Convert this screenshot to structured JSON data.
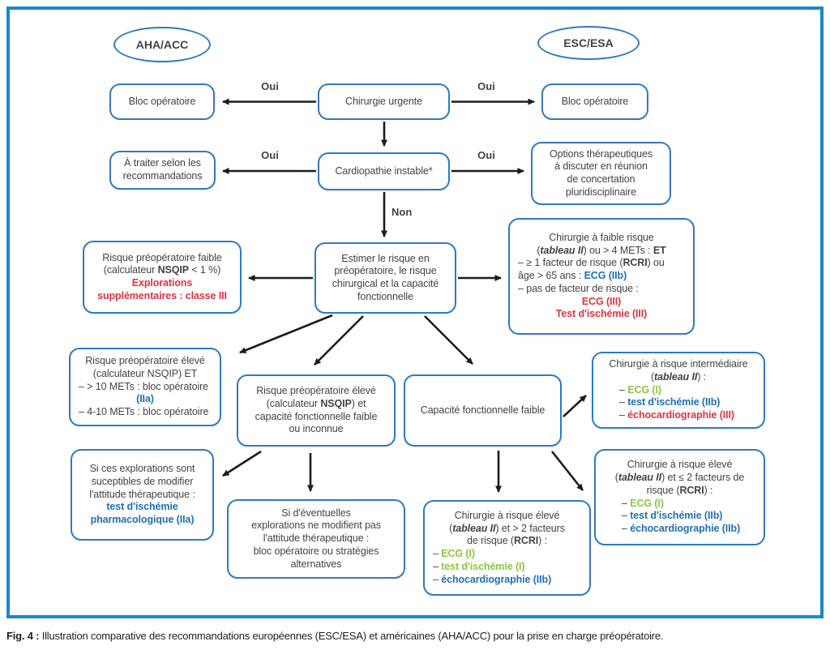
{
  "colors": {
    "frame_blue": "#1e86c6",
    "box_border_blue": "#3279bd",
    "text_dark": "#434345",
    "accent_red": "#e4323e",
    "accent_blue": "#2170b7",
    "accent_green": "#8cc63f",
    "arrow_black": "#1c1c1c"
  },
  "diagram": {
    "ovals": {
      "aha": {
        "label": "AHA/ACC"
      },
      "esc": {
        "label": "ESC/ESA"
      }
    },
    "edge_labels": {
      "oui1": "Oui",
      "oui2": "Oui",
      "oui3": "Oui",
      "oui4": "Oui",
      "non": "Non"
    },
    "nodes": {
      "bloc_left": {
        "lines": [
          {
            "a": "c",
            "seg": [
              {
                "t": "Bloc opératoire"
              }
            ]
          }
        ]
      },
      "chirurgie_urgente": {
        "lines": [
          {
            "a": "c",
            "seg": [
              {
                "t": "Chirurgie urgente"
              }
            ]
          }
        ]
      },
      "bloc_right": {
        "lines": [
          {
            "a": "c",
            "seg": [
              {
                "t": "Bloc opératoire"
              }
            ]
          }
        ]
      },
      "a_traiter": {
        "lines": [
          {
            "a": "c",
            "seg": [
              {
                "t": "À traiter selon les"
              }
            ]
          },
          {
            "a": "c",
            "seg": [
              {
                "t": "recommandations"
              }
            ]
          }
        ]
      },
      "cardiopathie": {
        "lines": [
          {
            "a": "c",
            "seg": [
              {
                "t": "Cardiopathie instable*"
              }
            ]
          }
        ]
      },
      "options_therapeutiques": {
        "lines": [
          {
            "a": "c",
            "seg": [
              {
                "t": "Options thérapeutiques"
              }
            ]
          },
          {
            "a": "c",
            "seg": [
              {
                "t": "à discuter en réunion"
              }
            ]
          },
          {
            "a": "c",
            "seg": [
              {
                "t": "de concertation"
              }
            ]
          },
          {
            "a": "c",
            "seg": [
              {
                "t": "pluridisciplinaire"
              }
            ]
          }
        ]
      },
      "estimer": {
        "lines": [
          {
            "a": "c",
            "seg": [
              {
                "t": "Estimer le risque en"
              }
            ]
          },
          {
            "a": "c",
            "seg": [
              {
                "t": "préopératoire, le risque"
              }
            ]
          },
          {
            "a": "c",
            "seg": [
              {
                "t": "chirurgical et la capacité"
              }
            ]
          },
          {
            "a": "c",
            "seg": [
              {
                "t": "fonctionnelle"
              }
            ]
          }
        ]
      },
      "risque_faible": {
        "lines": [
          {
            "a": "c",
            "seg": [
              {
                "t": "Risque préopératoire faible"
              }
            ]
          },
          {
            "a": "c",
            "seg": [
              {
                "t": "(calculateur "
              },
              {
                "t": "NSQIP",
                "s": "b"
              },
              {
                "t": " < 1 %)"
              }
            ]
          },
          {
            "a": "c",
            "seg": [
              {
                "t": "Explorations",
                "s": "rb"
              }
            ]
          },
          {
            "a": "c",
            "seg": [
              {
                "t": "supplémentaires : classe III",
                "s": "rb"
              }
            ]
          }
        ]
      },
      "chirurgie_faible_risque": {
        "lines": [
          {
            "a": "c",
            "seg": [
              {
                "t": "Chirurgie à faible risque"
              }
            ]
          },
          {
            "a": "c",
            "seg": [
              {
                "t": "("
              },
              {
                "t": "tableau II",
                "s": "bi"
              },
              {
                "t": ") ou > 4 METs : "
              },
              {
                "t": "ET",
                "s": "b"
              }
            ]
          },
          {
            "a": "l",
            "seg": [
              {
                "t": "– ≥ 1 facteur de risque ("
              },
              {
                "t": "RCRI",
                "s": "b"
              },
              {
                "t": ") ou"
              }
            ]
          },
          {
            "a": "l",
            "seg": [
              {
                "t": "âge > 65 ans : "
              },
              {
                "t": "ECG (IIb)",
                "s": "bb"
              }
            ]
          },
          {
            "a": "l",
            "seg": [
              {
                "t": "– pas de facteur de risque :"
              }
            ]
          },
          {
            "a": "c",
            "seg": [
              {
                "t": "ECG (III)",
                "s": "rb"
              }
            ]
          },
          {
            "a": "c",
            "seg": [
              {
                "t": "Test d'ischémie (III)",
                "s": "rb"
              }
            ]
          }
        ]
      },
      "risque_eleve_et": {
        "lines": [
          {
            "a": "c",
            "seg": [
              {
                "t": "Risque préopératoire élevé"
              }
            ]
          },
          {
            "a": "c",
            "seg": [
              {
                "t": "(calculateur NSQIP) ET"
              }
            ]
          },
          {
            "a": "l",
            "seg": [
              {
                "t": "– > 10 METs : bloc opératoire"
              }
            ]
          },
          {
            "a": "c",
            "seg": [
              {
                "t": "(IIa)",
                "s": "bb"
              }
            ]
          },
          {
            "a": "l",
            "seg": [
              {
                "t": "– 4-10 METs : bloc opératoire"
              }
            ]
          }
        ]
      },
      "risque_eleve_capacite": {
        "lines": [
          {
            "a": "c",
            "seg": [
              {
                "t": "Risque préopératoire élevé"
              }
            ]
          },
          {
            "a": "c",
            "seg": [
              {
                "t": "(calculateur "
              },
              {
                "t": "NSQIP",
                "s": "b"
              },
              {
                "t": ") et"
              }
            ]
          },
          {
            "a": "c",
            "seg": [
              {
                "t": "capacité fonctionnelle faible"
              }
            ]
          },
          {
            "a": "c",
            "seg": [
              {
                "t": "ou inconnue"
              }
            ]
          }
        ]
      },
      "capacite_faible": {
        "lines": [
          {
            "a": "c",
            "seg": [
              {
                "t": "Capacité fonctionnelle faible"
              }
            ]
          }
        ]
      },
      "chirurgie_intermediaire": {
        "lines": [
          {
            "a": "c",
            "seg": [
              {
                "t": "Chirurgie à risque intermédiaire"
              }
            ]
          },
          {
            "a": "c",
            "seg": [
              {
                "t": "("
              },
              {
                "t": "tableau II",
                "s": "bi"
              },
              {
                "t": ") :"
              }
            ]
          },
          {
            "a": "l2",
            "seg": [
              {
                "t": "– "
              },
              {
                "t": "ECG (I)",
                "s": "gb"
              }
            ]
          },
          {
            "a": "l2",
            "seg": [
              {
                "t": "– "
              },
              {
                "t": "test d'ischémie (IIb)",
                "s": "bb"
              }
            ]
          },
          {
            "a": "l2",
            "seg": [
              {
                "t": "– "
              },
              {
                "t": "échocardiographie (III)",
                "s": "rb"
              }
            ]
          }
        ]
      },
      "si_ces_explorations": {
        "lines": [
          {
            "a": "c",
            "seg": [
              {
                "t": "Si ces explorations sont"
              }
            ]
          },
          {
            "a": "c",
            "seg": [
              {
                "t": "suceptibles de modifier"
              }
            ]
          },
          {
            "a": "c",
            "seg": [
              {
                "t": "l'attitude thérapeutique :"
              }
            ]
          },
          {
            "a": "c",
            "seg": [
              {
                "t": "test d'ischémie",
                "s": "bb"
              }
            ]
          },
          {
            "a": "c",
            "seg": [
              {
                "t": "pharmacologique (IIa)",
                "s": "bb"
              }
            ]
          }
        ]
      },
      "si_eventuelles": {
        "lines": [
          {
            "a": "c",
            "seg": [
              {
                "t": "Si d'éventuelles"
              }
            ]
          },
          {
            "a": "c",
            "seg": [
              {
                "t": "explorations ne modifient pas"
              }
            ]
          },
          {
            "a": "c",
            "seg": [
              {
                "t": "l'attitude thérapeutique :"
              }
            ]
          },
          {
            "a": "c",
            "seg": [
              {
                "t": "bloc opératoire ou stratégies"
              }
            ]
          },
          {
            "a": "c",
            "seg": [
              {
                "t": "alternatives"
              }
            ]
          }
        ]
      },
      "chirurgie_eleve_sup2": {
        "lines": [
          {
            "a": "c",
            "seg": [
              {
                "t": "Chirurgie à risque élevé"
              }
            ]
          },
          {
            "a": "c",
            "seg": [
              {
                "t": "("
              },
              {
                "t": "tableau II",
                "s": "bi"
              },
              {
                "t": ") et > 2 facteurs"
              }
            ]
          },
          {
            "a": "c",
            "seg": [
              {
                "t": "de risque ("
              },
              {
                "t": "RCRI",
                "s": "b"
              },
              {
                "t": ") :"
              }
            ]
          },
          {
            "a": "l",
            "seg": [
              {
                "t": "– "
              },
              {
                "t": "ECG (I)",
                "s": "gb"
              }
            ]
          },
          {
            "a": "l",
            "seg": [
              {
                "t": "– "
              },
              {
                "t": "test d'ischémie (I)",
                "s": "gb"
              }
            ]
          },
          {
            "a": "l",
            "seg": [
              {
                "t": "– "
              },
              {
                "t": "échocardiographie (IIb)",
                "s": "bb"
              }
            ]
          }
        ]
      },
      "chirurgie_eleve_inf2": {
        "lines": [
          {
            "a": "c",
            "seg": [
              {
                "t": "Chirurgie à risque élevé"
              }
            ]
          },
          {
            "a": "c",
            "seg": [
              {
                "t": "("
              },
              {
                "t": "tableau II",
                "s": "bi"
              },
              {
                "t": ") et ≤ 2 facteurs de"
              }
            ]
          },
          {
            "a": "c",
            "seg": [
              {
                "t": "risque ("
              },
              {
                "t": "RCRI",
                "s": "b"
              },
              {
                "t": ") :"
              }
            ]
          },
          {
            "a": "l2",
            "seg": [
              {
                "t": "– "
              },
              {
                "t": "ECG (I)",
                "s": "gb"
              }
            ]
          },
          {
            "a": "l2",
            "seg": [
              {
                "t": "– "
              },
              {
                "t": "test d'ischémie (IIb)",
                "s": "bb"
              }
            ]
          },
          {
            "a": "l2",
            "seg": [
              {
                "t": "– "
              },
              {
                "t": "échocardiographie (IIb)",
                "s": "bb"
              }
            ]
          }
        ]
      }
    },
    "caption": {
      "prefix": "Fig. 4 :",
      "text": " Illustration comparative des recommandations européennes (ESC/ESA) et américaines (AHA/ACC) pour la prise en charge préopératoire."
    }
  }
}
